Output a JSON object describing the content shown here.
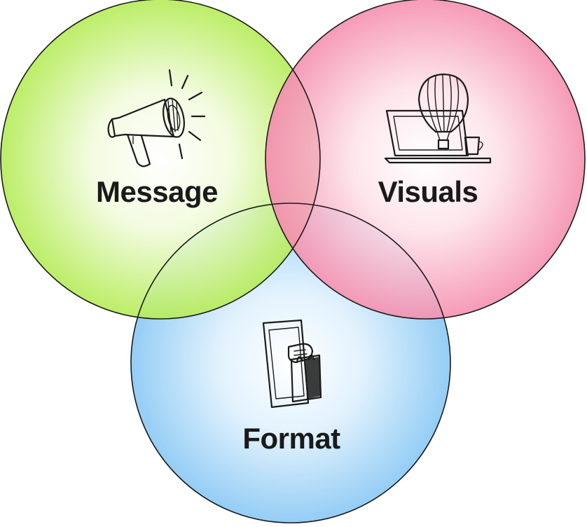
{
  "diagram": {
    "type": "venn",
    "circles": [
      {
        "label": "Message",
        "icon": "megaphone-icon",
        "color": "#c6f27a"
      },
      {
        "label": "Visuals",
        "icon": "laptop-hot-air-balloon-icon",
        "color": "#f7a3bd"
      },
      {
        "label": "Format",
        "icon": "phone-shopping-bag-icon",
        "color": "#a9d8f7"
      }
    ]
  }
}
